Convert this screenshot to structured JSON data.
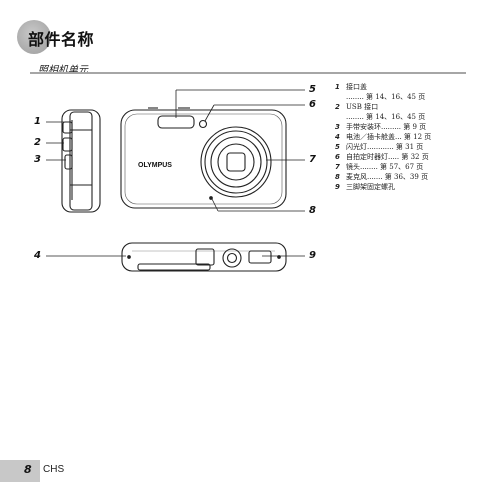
{
  "page": {
    "title": "部件名称",
    "section": "照相机单元",
    "page_number": "8",
    "language": "CHS"
  },
  "diagram": {
    "brand_label": "OLYMPUS",
    "callouts": [
      "1",
      "2",
      "3",
      "4",
      "5",
      "6",
      "7",
      "8",
      "9"
    ]
  },
  "legend": {
    "items": [
      {
        "num": "1",
        "text": "接口盖"
      },
      {
        "num": "",
        "text": "........ 第 14、16、45 页"
      },
      {
        "num": "2",
        "text": "USB 接口"
      },
      {
        "num": "",
        "text": "........ 第 14、16、45 页"
      },
      {
        "num": "3",
        "text": "手带安装环......... 第 9 页"
      },
      {
        "num": "4",
        "text": "电池／插卡舱盖... 第 12 页"
      },
      {
        "num": "5",
        "text": "闪光灯............ 第 31 页"
      },
      {
        "num": "6",
        "text": "自拍定时器灯..... 第 32 页"
      },
      {
        "num": "7",
        "text": "镜头........ 第 57、67 页"
      },
      {
        "num": "8",
        "text": "麦克风....... 第 36、39 页"
      },
      {
        "num": "9",
        "text": "三脚架固定螺孔"
      }
    ]
  }
}
